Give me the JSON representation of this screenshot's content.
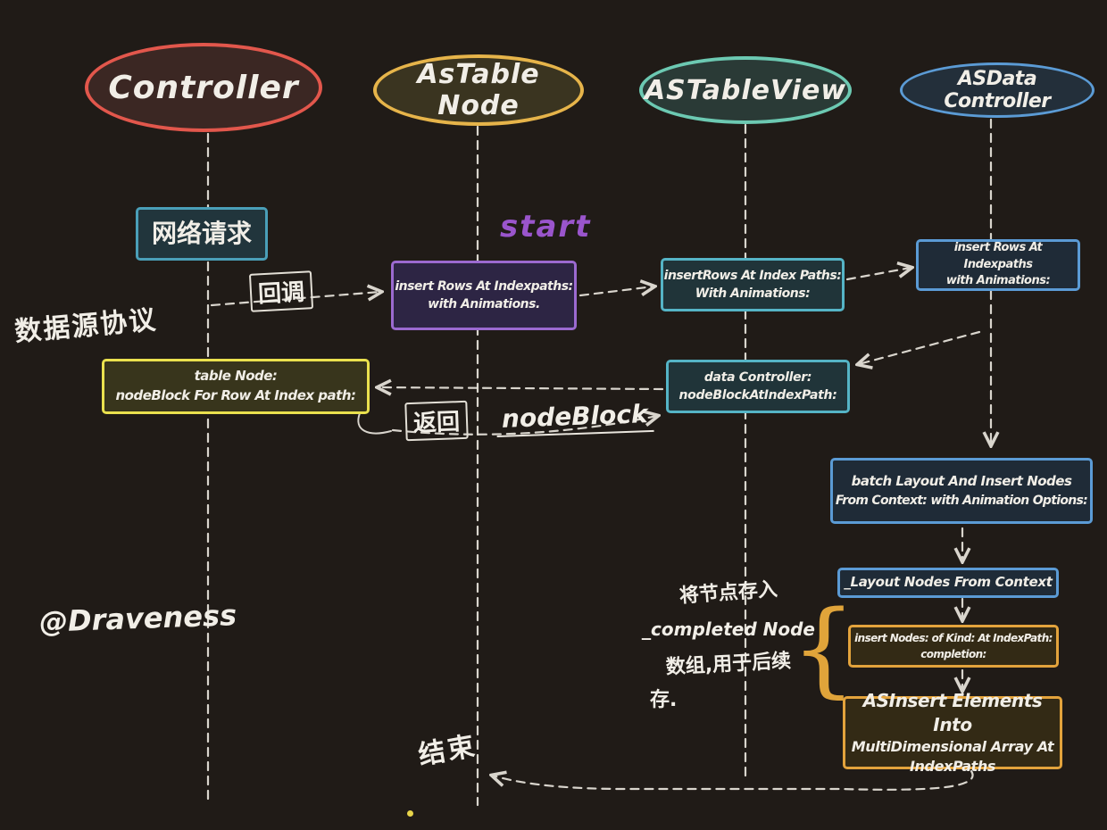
{
  "lifelines": [
    {
      "label": "Controller",
      "color": "#e2574c"
    },
    {
      "label": "AsTable Node",
      "color": "#e6b44a"
    },
    {
      "label": "ASTableView",
      "color": "#6cc9b2"
    },
    {
      "label": "ASData Controller",
      "color": "#5b9bd5"
    }
  ],
  "messages": {
    "network_request": {
      "label": "网络请求"
    },
    "node_insert": {
      "lines": [
        "insert Rows At Indexpaths:",
        "with Animations."
      ]
    },
    "view_insert": {
      "lines": [
        "insertRows At Index Paths:",
        "With Animations:"
      ]
    },
    "data_insert": {
      "lines": [
        "insert Rows At Indexpaths",
        "with Animations:"
      ]
    },
    "data_controller": {
      "lines": [
        "data Controller:",
        "nodeBlockAtIndexPath:"
      ]
    },
    "table_node": {
      "lines": [
        "table Node:",
        "nodeBlock For Row At Index path:"
      ]
    },
    "batch_layout": {
      "lines": [
        "batch Layout And Insert Nodes",
        "From Context: with Animation Options:"
      ]
    },
    "layout_nodes": {
      "label": "_Layout Nodes From Context"
    },
    "insert_nodes": {
      "lines": [
        "insert Nodes: of Kind: At IndexPath:",
        "completion:"
      ]
    },
    "as_insert_elements": {
      "lines": [
        "ASInsert Elements Into",
        "MultiDimensional Array At",
        "IndexPaths"
      ]
    }
  },
  "annotations": {
    "callback": "回调",
    "datasource_protocol": "数据源协议",
    "start": "start",
    "return_label": "返回",
    "node_block": "nodeBlock",
    "author": "@Draveness",
    "note": [
      "将节点存入",
      "_completed Node",
      "数组,用于后续",
      "存."
    ],
    "end": "结束",
    "brace": "{"
  },
  "colors": {
    "background": "#201b17",
    "ink": "#f1eee7",
    "red": "#e2574c",
    "gold": "#e6b44a",
    "mint": "#6cc9b2",
    "blue": "#5b9bd5",
    "teal": "#55b4c6",
    "cyan": "#4a9fb8",
    "purple": "#9b6ad0",
    "yellow": "#eae14e",
    "orange": "#e3a33c",
    "start_purple": "#9a55cc",
    "brace_yellow": "#e0a43a",
    "dot_yellow": "#e8d44a"
  }
}
